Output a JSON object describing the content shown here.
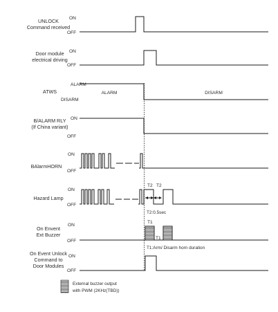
{
  "signals": {
    "unlock": {
      "line1": "UNLOCK",
      "line2": "Command received",
      "on": "ON",
      "off": "OFF"
    },
    "door": {
      "line1": "Door module",
      "line2": "electrical driving",
      "on": "ON",
      "off": "OFF"
    },
    "atws": {
      "label": "ATWS",
      "alarm_level": "ALARM",
      "disarm_level": "DISARM",
      "state_alarm": "ALARM",
      "state_disarm": "DISARM"
    },
    "balarm_rly": {
      "line1": "B/ALARM RLY",
      "line2": "(If China variant)",
      "on": "ON",
      "off": "OFF"
    },
    "balarm_horn": {
      "label": "BAlarmHORN",
      "on": "ON",
      "off": "OFF"
    },
    "hazard": {
      "label": "Hazard Lamp",
      "on": "ON",
      "off": "OFF",
      "t2_a": "T2",
      "t2_b": "T2",
      "t2_note": "T2:0.5sec"
    },
    "buzzer": {
      "line1": "On Envent",
      "line2": "Ext Buzzer",
      "on": "ON",
      "off": "OFF",
      "t1_a": "T1",
      "t1_b": "T1",
      "t1_note": "T1:Arm/ Disarm horn duration"
    },
    "event_unlock": {
      "line1": "On Event Unlock",
      "line2": "Command to",
      "line3": "Door Modules",
      "on": "ON",
      "off": "OFF"
    }
  },
  "legend": {
    "line1": "External buzzer output",
    "line2": "with PWM (2KHz(TBD))"
  }
}
